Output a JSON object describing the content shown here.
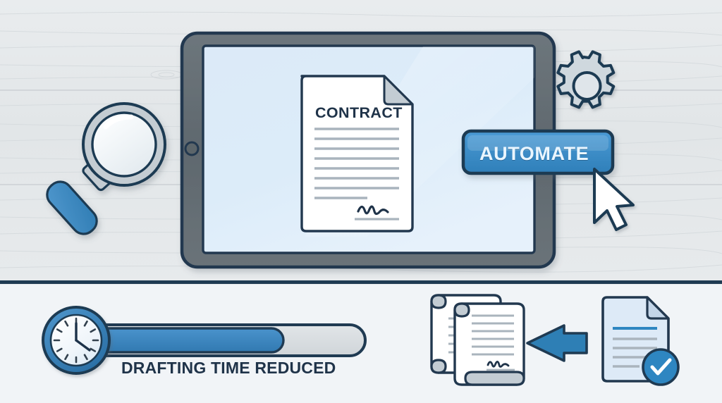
{
  "scene": {
    "title": "Contract Drafting Automation Illustration",
    "background_top": "#e4e8ea",
    "background_bottom": "#f1f4f7",
    "divider_color": "#1f3a52"
  },
  "top_panel": {
    "magnifier": {
      "icon": "magnifying-glass-icon",
      "lens_fill": "#f2f6f8",
      "ring_fill": "#c4ccd2",
      "handle_fill": "#3d87c0",
      "stroke": "#1f3a52"
    },
    "tablet": {
      "name": "tablet-device",
      "bezel_color": "#646d73",
      "screen_color": "#dcecf9",
      "stroke": "#22384f",
      "home_button": "home-button"
    },
    "contract_document": {
      "name": "contract-document",
      "title": "CONTRACT",
      "paper_fill": "#ffffff",
      "line_color": "#a9b4bd",
      "text_lines": 8,
      "has_signature": true,
      "fold_corner": true
    },
    "automate_button": {
      "name": "automate-button",
      "label": "AUTOMATE",
      "fill": "#3d8dc8",
      "stroke": "#1f3a52",
      "text_color": "#eaf6ff"
    },
    "cursor": {
      "icon": "mouse-pointer-icon",
      "fill": "#ffffff",
      "stroke": "#1f3a52"
    },
    "gear": {
      "icon": "gear-icon",
      "fill": "#cfd8de",
      "stroke": "#1f3a52",
      "teeth": 10
    }
  },
  "bottom_panel": {
    "metric": {
      "name": "drafting-time-metric",
      "label": "DRAFTING TIME REDUCED",
      "clock_icon": "clock-icon",
      "clock_time": "12:20",
      "progress_percent": 78,
      "bar_fill": "#3d87c0",
      "bar_track": "#d5d9dc",
      "bar_stroke": "#1f3a52"
    },
    "transform": {
      "name": "document-transformation",
      "before": {
        "icon": "stacked-scroll-documents-icon",
        "count": 2,
        "has_signature": true,
        "paper_fill": "#ffffff",
        "line_color": "#aab4bd"
      },
      "arrow": {
        "icon": "arrow-right-icon",
        "fill": "#2e7fb5",
        "stroke": "#1f3a52"
      },
      "after": {
        "icon": "approved-document-icon",
        "paper_fill": "#ddeaf7",
        "accent_line": "#2e86c1",
        "line_color": "#aab4bd",
        "badge": {
          "icon": "check-circle-icon",
          "fill": "#2e86c1",
          "stroke": "#1f3a52",
          "check_color": "#ffffff"
        }
      }
    }
  }
}
